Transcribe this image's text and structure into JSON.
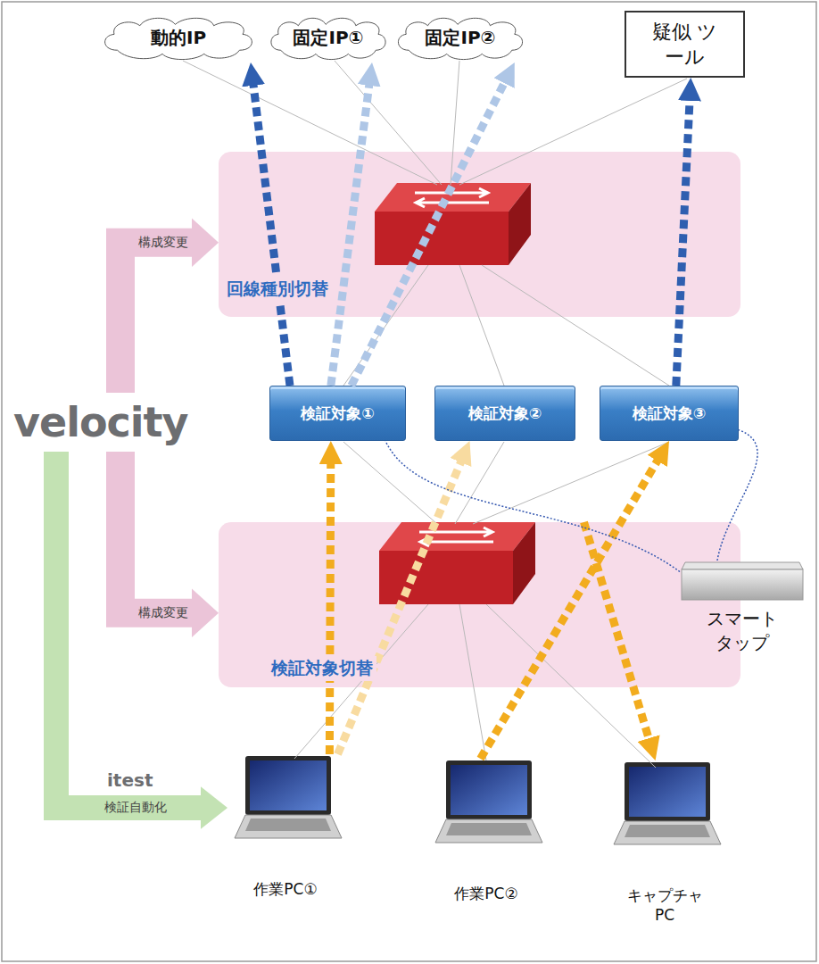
{
  "diagram": {
    "nodes": [
      {
        "text": [
          "動的IP"
        ]
      },
      {
        "text": [
          "固定IP①"
        ]
      },
      {
        "text": [
          "固定IP②"
        ]
      },
      {
        "text": [
          "疑似 ツール"
        ]
      },
      {
        "text": [
          "回線種別切替"
        ]
      },
      {
        "text": [
          "検証対象①"
        ]
      },
      {
        "text": [
          "検証対象②"
        ]
      },
      {
        "text": [
          "検証対象③"
        ]
      },
      {
        "text": [
          "検証対象切替"
        ]
      },
      {
        "text": [
          "スマート タップ"
        ]
      },
      {
        "text": [
          "velocity"
        ]
      },
      {
        "text": [
          "作業PC①"
        ]
      },
      {
        "text": [
          "作業PC②"
        ]
      },
      {
        "text": [
          "キャプチャ PC"
        ]
      }
    ],
    "edges": [
      {
        "from": 5,
        "to": 0,
        "arrow": "to"
      },
      {
        "from": 5,
        "to": 1,
        "arrow": "to"
      },
      {
        "from": 5,
        "to": 2,
        "arrow": "to"
      },
      {
        "from": 7,
        "to": 3,
        "arrow": "to"
      },
      {
        "from": 11,
        "to": 5,
        "arrow": "to"
      },
      {
        "from": 11,
        "to": 6,
        "arrow": "to"
      },
      {
        "from": 12,
        "to": 7,
        "arrow": "to"
      },
      {
        "from": 8,
        "to": 13,
        "arrow": "to"
      },
      {
        "from": 9,
        "to": 5,
        "arrow": "none"
      },
      {
        "from": 9,
        "to": 7,
        "arrow": "none"
      },
      {
        "from": 10,
        "to": 4,
        "label": "構成変更",
        "arrow": "to"
      },
      {
        "from": 10,
        "to": 8,
        "label": "構成変更",
        "arrow": "to"
      },
      {
        "from": 10,
        "to": 11,
        "label": "検証自動化",
        "arrow": "to"
      }
    ],
    "labels": [
      "itest"
    ]
  }
}
